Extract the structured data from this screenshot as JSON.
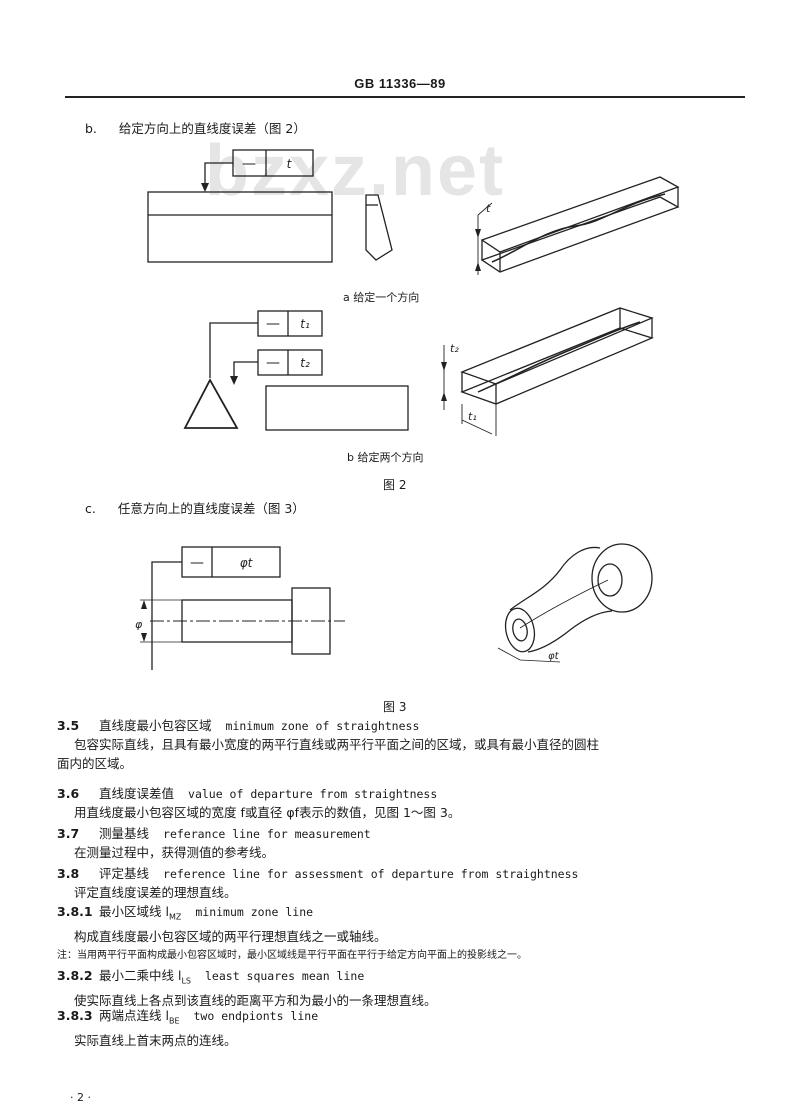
{
  "header": {
    "standard_no": "GB 11336—89"
  },
  "watermark": "bzxz.net",
  "item_b": {
    "marker": "b.",
    "text": "给定方向上的直线度误差（图 2）"
  },
  "fig2": {
    "frame_a": {
      "symbol": "—",
      "tol": "t"
    },
    "frame_b1": {
      "symbol": "—",
      "tol": "t₁"
    },
    "frame_b2": {
      "symbol": "—",
      "tol": "t₂"
    },
    "sub_a": "a  给定一个方向",
    "sub_b": "b  给定两个方向",
    "caption": "图 2",
    "dim_t": "t",
    "dim_t1": "t₁",
    "dim_t2": "t₂"
  },
  "item_c": {
    "marker": "c.",
    "text": "任意方向上的直线度误差（图 3）"
  },
  "fig3": {
    "frame": {
      "symbol": "—",
      "tol": "φt"
    },
    "dim_phi": "φ",
    "dim_phit": "φt",
    "caption": "图 3"
  },
  "sections": [
    {
      "num": "3.5",
      "title": "直线度最小包容区域",
      "en": "minimum zone of straightness",
      "body": [
        "包容实际直线，且具有最小宽度的两平行直线或两平行平面之间的区域，或具有最小直径的圆柱",
        "面内的区域。"
      ]
    },
    {
      "num": "3.6",
      "title": "直线度误差值",
      "en": "value of departure from straightness",
      "body": [
        "用直线度最小包容区域的宽度 f或直径 φf表示的数值，见图 1～图 3。"
      ]
    },
    {
      "num": "3.7",
      "title": "测量基线",
      "en": "referance line for measurement",
      "body": [
        "在测量过程中，获得测值的参考线。"
      ]
    },
    {
      "num": "3.8",
      "title": "评定基线",
      "en": "reference line for assessment of departure from straightness",
      "body": [
        "评定直线度误差的理想直线。"
      ]
    },
    {
      "num": "3.8.1",
      "title": "最小区域线 l",
      "sub": "MZ",
      "en": "minimum zone line",
      "body": [
        "构成直线度最小包容区域的两平行理想直线之一或轴线。"
      ],
      "note": "注：当用两平行平面构成最小包容区域时，最小区域线是平行平面在平行于给定方向平面上的投影线之一。"
    },
    {
      "num": "3.8.2",
      "title": "最小二乘中线 l",
      "sub": "LS",
      "en": "least squares mean line",
      "body": [
        "使实际直线上各点到该直线的距离平方和为最小的一条理想直线。"
      ]
    },
    {
      "num": "3.8.3",
      "title": "两端点连线 l",
      "sub": "BE",
      "en": "two endpionts line",
      "body": [
        "实际直线上首末两点的连线。"
      ]
    }
  ],
  "page_no": "· 2 ·"
}
